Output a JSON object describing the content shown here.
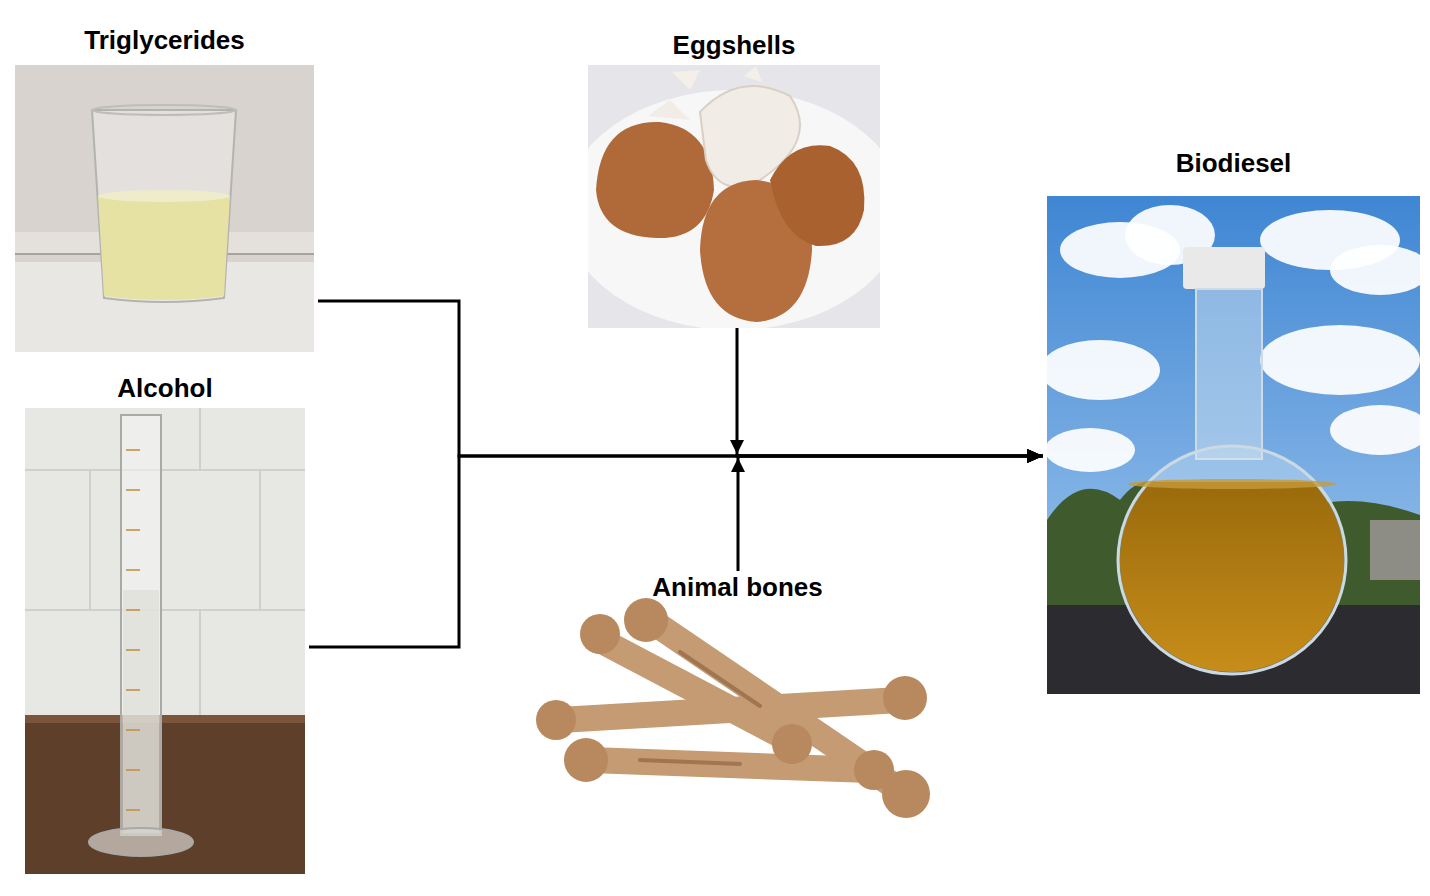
{
  "diagram": {
    "nodes": [
      {
        "text": [
          "Triglycerides"
        ]
      },
      {
        "text": [
          "Alcohol"
        ]
      },
      {
        "text": [
          "Eggshells"
        ]
      },
      {
        "text": [
          "Animal bones"
        ]
      },
      {
        "text": [
          "Biodiesel"
        ]
      }
    ],
    "edges": [
      {
        "from": 0,
        "to": 4,
        "arrow": "to"
      },
      {
        "from": 1,
        "to": 4,
        "arrow": "to"
      },
      {
        "from": 2,
        "to": 4,
        "arrow": "to"
      },
      {
        "from": 3,
        "to": 4,
        "arrow": "to"
      }
    ]
  }
}
